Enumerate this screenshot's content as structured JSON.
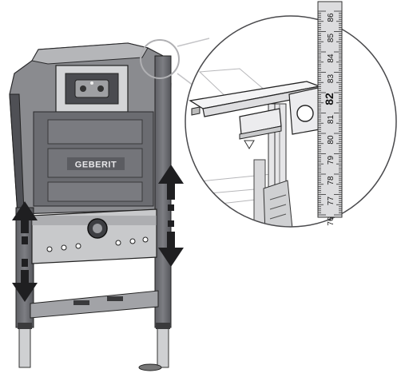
{
  "figure": {
    "logo_text": "GEBERIT",
    "ruler_ticks": [
      "86",
      "85",
      "84",
      "83",
      "82",
      "81",
      "80",
      "79",
      "78",
      "77",
      "76"
    ],
    "ruler_highlight": "82",
    "arrows": {
      "left": "up-down-arrow-icon",
      "right": "up-down-arrow-icon"
    }
  }
}
